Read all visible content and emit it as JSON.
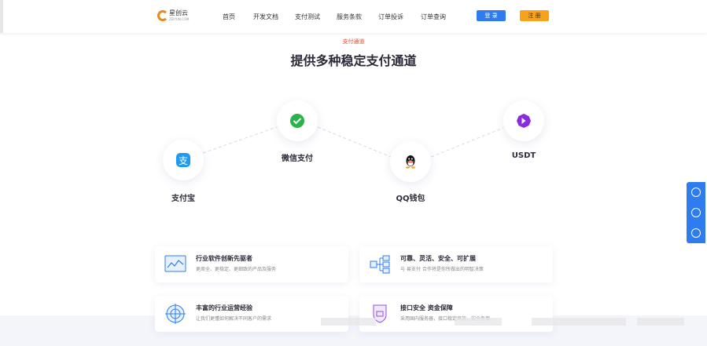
{
  "header": {
    "logo_name": "星创云",
    "logo_domain": "ZEIYUN.COM",
    "nav": [
      "首页",
      "开发文档",
      "支付测试",
      "服务条款",
      "订单投诉",
      "订单查询"
    ],
    "login_label": "登 录",
    "register_label": "注 册"
  },
  "section": {
    "tag": "支付通道",
    "title": "提供多种稳定支付通道"
  },
  "channels": [
    {
      "label": "支付宝",
      "icon": "alipay-icon",
      "color": "#1e9bf0"
    },
    {
      "label": "微信支付",
      "icon": "wechat-pay-icon",
      "color": "#2ab34a"
    },
    {
      "label": "QQ钱包",
      "icon": "qq-wallet-icon",
      "color": "#111111"
    },
    {
      "label": "USDT",
      "icon": "usdt-icon",
      "color": "#8a2be2"
    }
  ],
  "features": [
    {
      "title": "行业软件创新先驱者",
      "desc": "更周全、更稳定、更细致的产品及服务"
    },
    {
      "title": "可靠、灵活、安全、可扩展",
      "desc": "与 易支付 合作将是你所做出的明智决策"
    },
    {
      "title": "丰富的行业运营经验",
      "desc": "让我们更懂如何解决不同客户的需求"
    },
    {
      "title": "接口安全 资金保障",
      "desc": "采用国内服务器，接口稳定高效，安全有保"
    }
  ],
  "side_tools": [
    "customer-service-icon",
    "wechat-icon",
    "qq-icon"
  ],
  "colors": {
    "primary": "#2f7cf0",
    "accent": "#f8a21c",
    "tag": "#e8452c"
  }
}
